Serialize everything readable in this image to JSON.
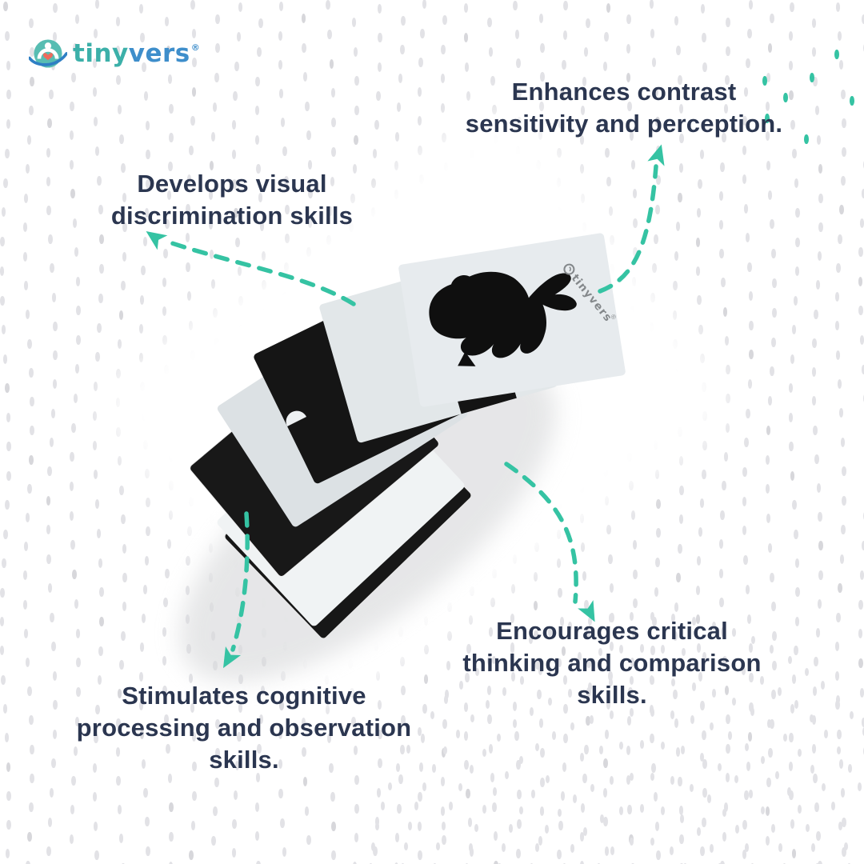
{
  "brand": {
    "logo": {
      "text_primary": "tiny",
      "text_secondary": "vers",
      "registered_mark": "®"
    }
  },
  "benefits": {
    "enhances": {
      "lines": [
        "Enhances contrast",
        "sensitivity and perception."
      ]
    },
    "develops": {
      "lines": [
        "Develops visual",
        "discrimination skills"
      ]
    },
    "stimulates": {
      "lines": [
        "Stimulates cognitive",
        "processing and observation",
        "skills."
      ]
    },
    "encourages": {
      "lines": [
        "Encourages critical",
        "thinking and comparison",
        "skills."
      ]
    }
  },
  "product": {
    "description": "Fanned stack of black-and-white high-contrast flash cards, top card with black rabbit silhouette",
    "card_logo_text": "tinyvers"
  },
  "colors": {
    "accent_teal": "#35c3a3",
    "headline_navy": "#2b3650",
    "dot_gray": "#e2e2e6",
    "dot_gray_dark": "#d7d7db",
    "logo_teal": "#3cb0a9",
    "logo_blue": "#3e8ecb",
    "logo_circle": "#57bdb2",
    "swoosh_blue": "#2e7fc4",
    "heart_red": "#ee6a5c",
    "card_black": "#171717",
    "card_white": "#e2e7ea"
  }
}
